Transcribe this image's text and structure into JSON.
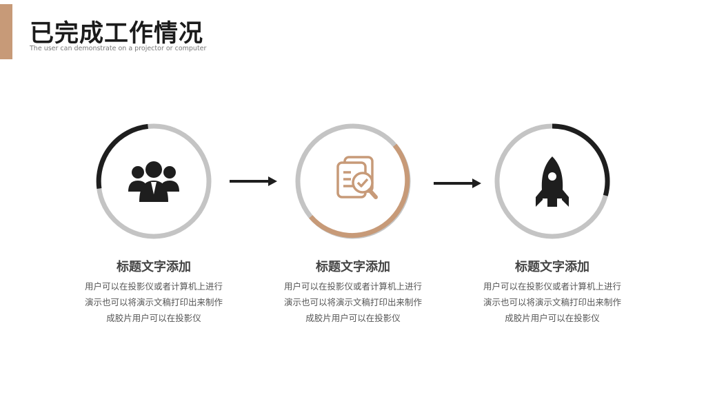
{
  "header": {
    "title": "已完成工作情况",
    "subtitle": "The user can demonstrate on a projector or computer"
  },
  "colors": {
    "accent": "#c79a78",
    "dark": "#1e1e1e",
    "ring_gray": "#c4c4c4"
  },
  "steps": [
    {
      "icon": "team-icon",
      "title": "标题文字添加",
      "lines": [
        "用户可以在投影仪或者计算机上进行",
        "演示也可以将演示文稿打印出来制作",
        "成胶片用户可以在投影仪"
      ]
    },
    {
      "icon": "document-search-icon",
      "title": "标题文字添加",
      "lines": [
        "用户可以在投影仪或者计算机上进行",
        "演示也可以将演示文稿打印出来制作",
        "成胶片用户可以在投影仪"
      ]
    },
    {
      "icon": "rocket-icon",
      "title": "标题文字添加",
      "lines": [
        "用户可以在投影仪或者计算机上进行",
        "演示也可以将演示文稿打印出来制作",
        "成胶片用户可以在投影仪"
      ]
    }
  ]
}
